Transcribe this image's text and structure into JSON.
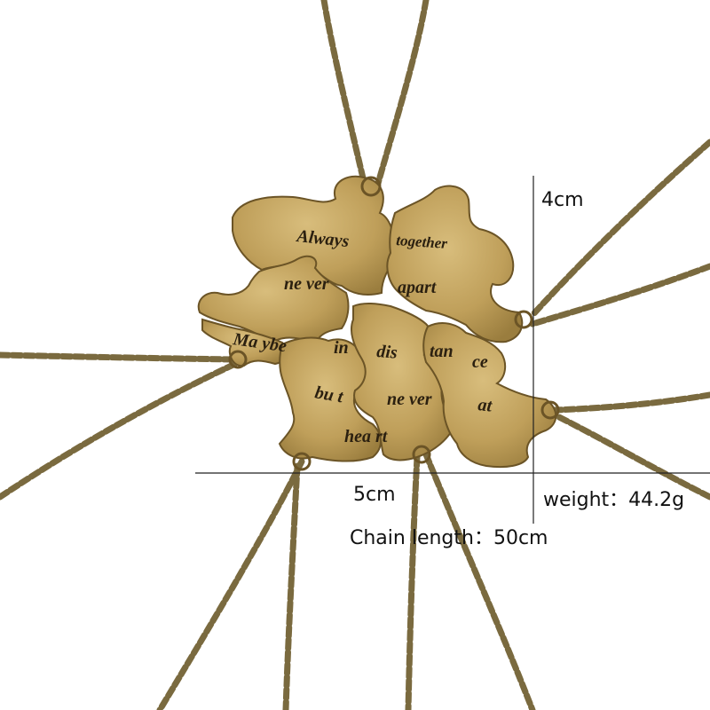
{
  "image": {
    "subject": "puzzle-piece-necklace-set",
    "background_color": "#ffffff",
    "metal_color": "#c2a25b",
    "chain_color": "#7a6a3f"
  },
  "dimensions": {
    "height_label": "4cm",
    "width_label": "5cm",
    "weight_label": "weight：44.2g",
    "chain_label": "Chain length：50cm"
  },
  "engravings": {
    "piece_1": [
      "Always"
    ],
    "piece_2": [
      "together",
      "apart"
    ],
    "piece_3": [
      "ne ver"
    ],
    "piece_4": [
      "Ma ybe"
    ],
    "piece_5": [
      "in",
      "bu t",
      "hea rt"
    ],
    "piece_6": [
      "dis",
      "ne ver"
    ],
    "piece_7": [
      "tan",
      "ce",
      "at"
    ]
  }
}
